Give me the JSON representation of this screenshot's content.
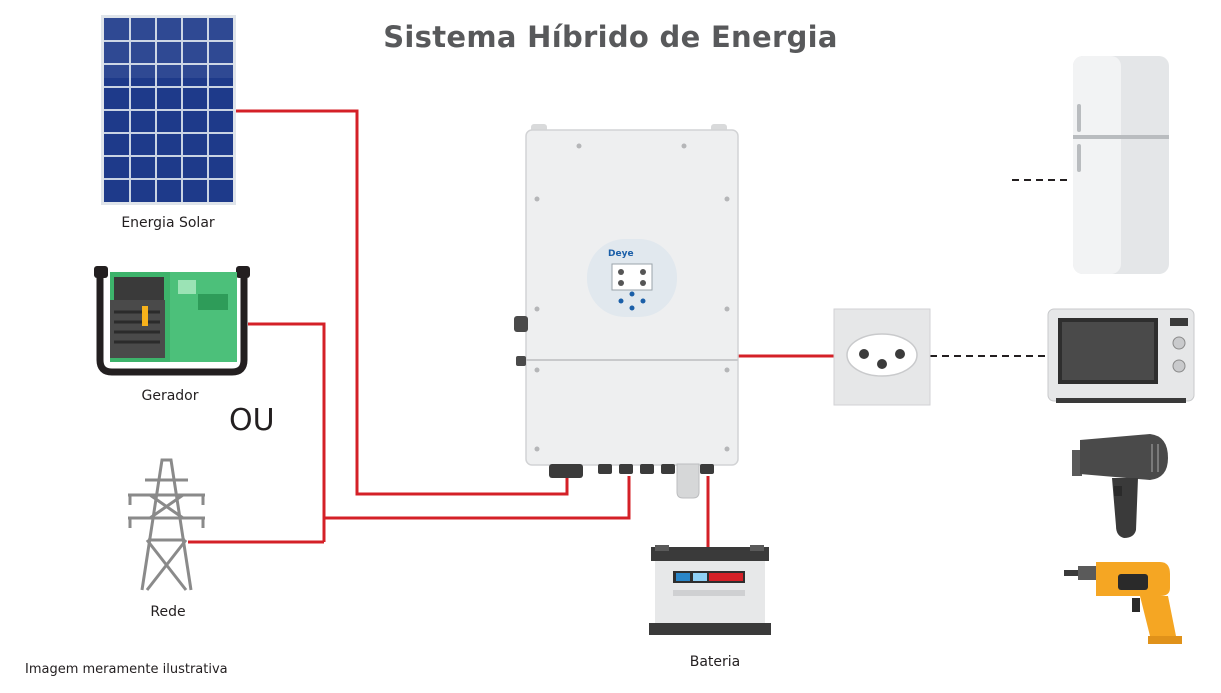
{
  "title": "Sistema Híbrido de Energia",
  "sources": {
    "solar_label": "Energia Solar",
    "generator_label": "Gerador",
    "or_label": "OU",
    "grid_label": "Rede"
  },
  "inverter": {
    "brand": "Deye"
  },
  "battery_label": "Bateria",
  "loads": [
    "refrigerator",
    "microwave",
    "hair-dryer",
    "drill"
  ],
  "footnote": "Imagem meramente ilustrativa",
  "colors": {
    "ac_wire": "#d42027",
    "load_wire": "#231f20",
    "title": "#58595b"
  }
}
